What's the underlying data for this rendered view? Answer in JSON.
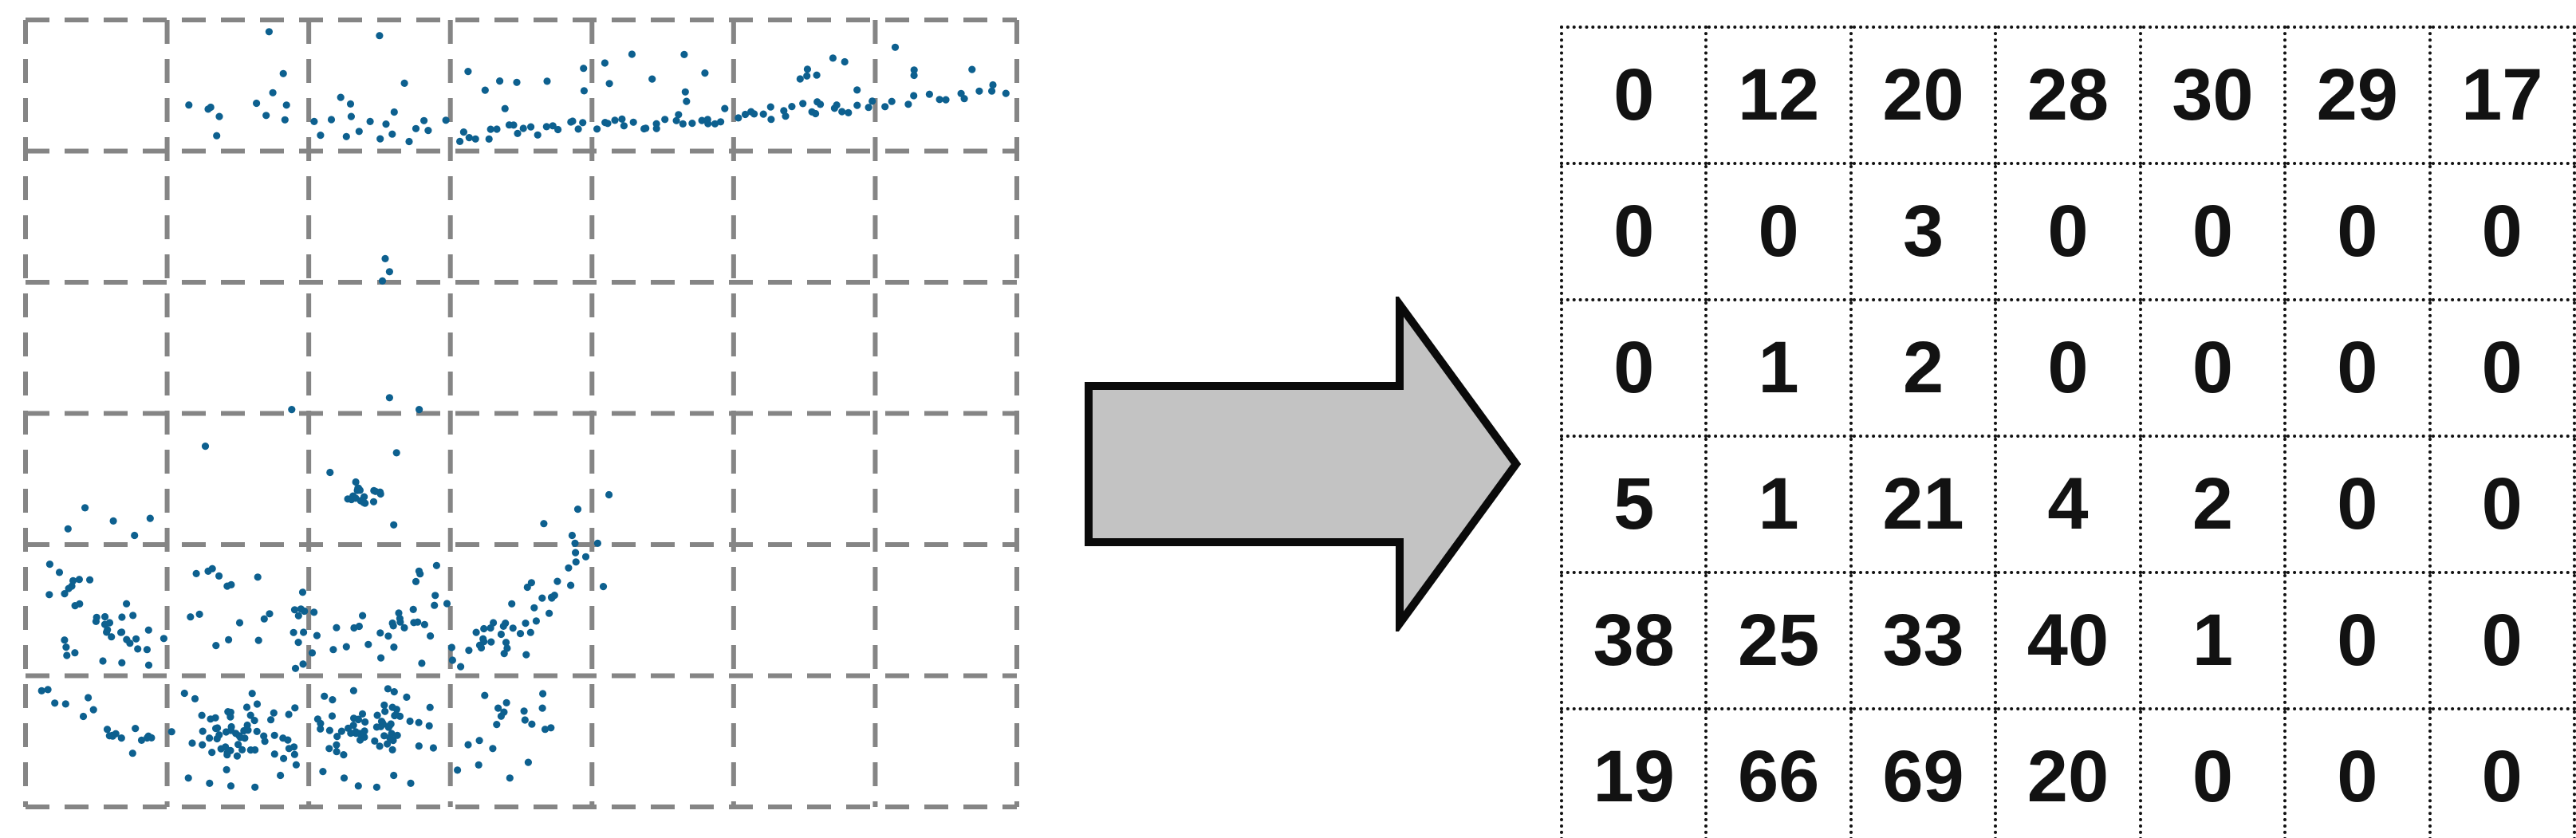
{
  "figure": {
    "description": "Scatter plot binned by a 7x6 grid into per-cell point counts",
    "background": "#ffffff"
  },
  "chart_data": [
    {
      "type": "scatter",
      "title": "",
      "xlabel": "",
      "ylabel": "",
      "grid": {
        "cols": 7,
        "rows": 6,
        "line_style": "dashed",
        "line_color": "#858585"
      },
      "point_color": "#0d608f",
      "point_radius": 4.6,
      "points_per_cell_rowmajor": [
        [
          0,
          12,
          20,
          28,
          30,
          29,
          17
        ],
        [
          0,
          0,
          3,
          0,
          0,
          0,
          0
        ],
        [
          0,
          1,
          2,
          0,
          0,
          0,
          0
        ],
        [
          5,
          1,
          21,
          4,
          2,
          0,
          0
        ],
        [
          38,
          25,
          33,
          40,
          1,
          0,
          0
        ],
        [
          19,
          66,
          69,
          20,
          0,
          0,
          0
        ]
      ]
    },
    {
      "type": "table",
      "title": "",
      "rows": 6,
      "cols": 7,
      "values": [
        [
          "0",
          "12",
          "20",
          "28",
          "30",
          "29",
          "17"
        ],
        [
          "0",
          "0",
          "3",
          "0",
          "0",
          "0",
          "0"
        ],
        [
          "0",
          "1",
          "2",
          "0",
          "0",
          "0",
          "0"
        ],
        [
          "5",
          "1",
          "21",
          "4",
          "2",
          "0",
          "0"
        ],
        [
          "38",
          "25",
          "33",
          "40",
          "1",
          "0",
          "0"
        ],
        [
          "19",
          "66",
          "69",
          "20",
          "0",
          "0",
          "0"
        ]
      ],
      "border_style": "dotted",
      "border_color": "#121212",
      "text_color": "#121212"
    }
  ],
  "arrow": {
    "direction": "right",
    "fill": "#c3c3c3",
    "stroke": "#0a0a0a",
    "stroke_width": 10
  },
  "scatter_render": {
    "seed": 42,
    "cells": [
      {
        "r": 0,
        "c": 1,
        "parts": [
          {
            "t": "rect",
            "n": 11,
            "x0": 0.15,
            "y0": 0.38,
            "x1": 0.95,
            "y1": 0.95
          },
          {
            "t": "pts",
            "p": [
              [
                0.72,
                0.09
              ]
            ]
          }
        ]
      },
      {
        "r": 0,
        "c": 2,
        "parts": [
          {
            "t": "band",
            "n": 15,
            "x0": 0.03,
            "y0": 0.82,
            "x1": 0.97,
            "y1": 0.85,
            "jx": 0.03,
            "jy": 0.1
          },
          {
            "t": "rect",
            "n": 4,
            "x0": 0.1,
            "y0": 0.45,
            "x1": 0.8,
            "y1": 0.72
          },
          {
            "t": "pts",
            "p": [
              [
                0.5,
                0.12
              ]
            ]
          }
        ]
      },
      {
        "r": 0,
        "c": 3,
        "parts": [
          {
            "t": "band",
            "n": 20,
            "x0": 0.02,
            "y0": 0.88,
            "x1": 0.98,
            "y1": 0.8,
            "jx": 0.03,
            "jy": 0.06
          },
          {
            "t": "rect",
            "n": 8,
            "x0": 0.1,
            "y0": 0.3,
            "x1": 0.95,
            "y1": 0.72
          }
        ]
      },
      {
        "r": 0,
        "c": 4,
        "parts": [
          {
            "t": "band",
            "n": 22,
            "x0": 0.02,
            "y0": 0.82,
            "x1": 0.98,
            "y1": 0.73,
            "jx": 0.03,
            "jy": 0.06
          },
          {
            "t": "rect",
            "n": 8,
            "x0": 0.05,
            "y0": 0.2,
            "x1": 0.9,
            "y1": 0.64
          }
        ]
      },
      {
        "r": 0,
        "c": 5,
        "parts": [
          {
            "t": "band",
            "n": 22,
            "x0": 0.02,
            "y0": 0.73,
            "x1": 0.98,
            "y1": 0.64,
            "jx": 0.03,
            "jy": 0.06
          },
          {
            "t": "rect",
            "n": 7,
            "x0": 0.05,
            "y0": 0.18,
            "x1": 0.9,
            "y1": 0.54
          }
        ]
      },
      {
        "r": 0,
        "c": 6,
        "parts": [
          {
            "t": "band",
            "n": 13,
            "x0": 0.02,
            "y0": 0.63,
            "x1": 0.99,
            "y1": 0.52,
            "jx": 0.03,
            "jy": 0.05
          },
          {
            "t": "rect",
            "n": 4,
            "x0": 0.08,
            "y0": 0.2,
            "x1": 0.8,
            "y1": 0.46
          }
        ]
      },
      {
        "r": 1,
        "c": 2,
        "parts": [
          {
            "t": "pts",
            "p": [
              [
                0.54,
                0.82
              ],
              [
                0.57,
                0.92
              ],
              [
                0.52,
                0.99
              ]
            ]
          }
        ]
      },
      {
        "r": 2,
        "c": 1,
        "parts": [
          {
            "t": "pts",
            "p": [
              [
                0.88,
                0.97
              ]
            ]
          }
        ]
      },
      {
        "r": 2,
        "c": 2,
        "parts": [
          {
            "t": "pts",
            "p": [
              [
                0.57,
                0.88
              ],
              [
                0.78,
                0.97
              ]
            ]
          }
        ]
      },
      {
        "r": 3,
        "c": 0,
        "parts": [
          {
            "t": "pts",
            "p": [
              [
                0.42,
                0.72
              ],
              [
                0.62,
                0.82
              ],
              [
                0.77,
                0.93
              ],
              [
                0.3,
                0.88
              ],
              [
                0.88,
                0.8
              ]
            ]
          }
        ]
      },
      {
        "r": 3,
        "c": 1,
        "parts": [
          {
            "t": "pts",
            "p": [
              [
                0.27,
                0.25
              ]
            ]
          }
        ]
      },
      {
        "r": 3,
        "c": 2,
        "parts": [
          {
            "t": "blob",
            "n": 18,
            "cx": 0.36,
            "cy": 0.65,
            "sx": 0.13,
            "sy": 0.11
          },
          {
            "t": "pts",
            "p": [
              [
                0.62,
                0.3
              ],
              [
                0.15,
                0.45
              ],
              [
                0.6,
                0.85
              ]
            ]
          }
        ]
      },
      {
        "r": 3,
        "c": 3,
        "parts": [
          {
            "t": "pts",
            "p": [
              [
                0.9,
                0.73
              ],
              [
                0.86,
                0.93
              ],
              [
                0.88,
                0.99
              ],
              [
                0.66,
                0.84
              ]
            ]
          }
        ]
      },
      {
        "r": 3,
        "c": 4,
        "parts": [
          {
            "t": "pts",
            "p": [
              [
                0.12,
                0.62
              ],
              [
                0.04,
                0.99
              ]
            ]
          }
        ]
      },
      {
        "r": 4,
        "c": 0,
        "parts": [
          {
            "t": "band",
            "n": 26,
            "x0": 0.12,
            "y0": 0.12,
            "x1": 0.92,
            "y1": 0.88,
            "jx": 0.1,
            "jy": 0.14
          },
          {
            "t": "rect",
            "n": 12,
            "x0": 0.25,
            "y0": 0.45,
            "x1": 0.98,
            "y1": 0.98
          }
        ]
      },
      {
        "r": 4,
        "c": 1,
        "parts": [
          {
            "t": "rect",
            "n": 18,
            "x0": 0.02,
            "y0": 0.35,
            "x1": 0.98,
            "y1": 0.98
          },
          {
            "t": "rect",
            "n": 7,
            "x0": 0.1,
            "y0": 0.05,
            "x1": 0.7,
            "y1": 0.35
          }
        ]
      },
      {
        "r": 4,
        "c": 2,
        "parts": [
          {
            "t": "rect",
            "n": 18,
            "x0": 0.02,
            "y0": 0.45,
            "x1": 0.9,
            "y1": 0.98
          },
          {
            "t": "band",
            "n": 11,
            "x0": 0.45,
            "y0": 0.8,
            "x1": 0.99,
            "y1": 0.35,
            "jx": 0.06,
            "jy": 0.1
          },
          {
            "t": "rect",
            "n": 4,
            "x0": 0.55,
            "y0": 0.1,
            "x1": 0.95,
            "y1": 0.35
          }
        ]
      },
      {
        "r": 4,
        "c": 3,
        "parts": [
          {
            "t": "band",
            "n": 32,
            "x0": 0.04,
            "y0": 0.92,
            "x1": 0.94,
            "y1": 0.15,
            "jx": 0.09,
            "jy": 0.12
          },
          {
            "t": "rect",
            "n": 8,
            "x0": 0.05,
            "y0": 0.6,
            "x1": 0.6,
            "y1": 0.95
          }
        ]
      },
      {
        "r": 4,
        "c": 4,
        "parts": [
          {
            "t": "pts",
            "p": [
              [
                0.08,
                0.32
              ]
            ]
          }
        ]
      },
      {
        "r": 5,
        "c": 0,
        "parts": [
          {
            "t": "band",
            "n": 15,
            "x0": 0.08,
            "y0": 0.08,
            "x1": 0.95,
            "y1": 0.55,
            "jx": 0.08,
            "jy": 0.12
          },
          {
            "t": "rect",
            "n": 4,
            "x0": 0.5,
            "y0": 0.45,
            "x1": 0.95,
            "y1": 0.72
          }
        ]
      },
      {
        "r": 5,
        "c": 1,
        "parts": [
          {
            "t": "blob",
            "n": 40,
            "cx": 0.5,
            "cy": 0.42,
            "sx": 0.24,
            "sy": 0.16
          },
          {
            "t": "rect",
            "n": 20,
            "x0": 0.02,
            "y0": 0.1,
            "x1": 0.98,
            "y1": 0.72
          },
          {
            "t": "pts",
            "p": [
              [
                0.3,
                0.82
              ],
              [
                0.62,
                0.85
              ],
              [
                0.15,
                0.78
              ],
              [
                0.8,
                0.76
              ],
              [
                0.45,
                0.84
              ],
              [
                0.9,
                0.6
              ]
            ]
          }
        ]
      },
      {
        "r": 5,
        "c": 2,
        "parts": [
          {
            "t": "blob",
            "n": 42,
            "cx": 0.45,
            "cy": 0.4,
            "sx": 0.24,
            "sy": 0.16
          },
          {
            "t": "rect",
            "n": 20,
            "x0": 0.02,
            "y0": 0.08,
            "x1": 0.95,
            "y1": 0.68
          },
          {
            "t": "pts",
            "p": [
              [
                0.72,
                0.82
              ],
              [
                0.48,
                0.85
              ],
              [
                0.25,
                0.78
              ],
              [
                0.88,
                0.55
              ],
              [
                0.6,
                0.76
              ],
              [
                0.1,
                0.73
              ],
              [
                0.35,
                0.84
              ]
            ]
          }
        ]
      },
      {
        "r": 5,
        "c": 3,
        "parts": [
          {
            "t": "rect",
            "n": 16,
            "x0": 0.02,
            "y0": 0.12,
            "x1": 0.72,
            "y1": 0.58
          },
          {
            "t": "pts",
            "p": [
              [
                0.42,
                0.78
              ],
              [
                0.2,
                0.68
              ],
              [
                0.55,
                0.66
              ],
              [
                0.05,
                0.72
              ]
            ]
          }
        ]
      }
    ]
  }
}
